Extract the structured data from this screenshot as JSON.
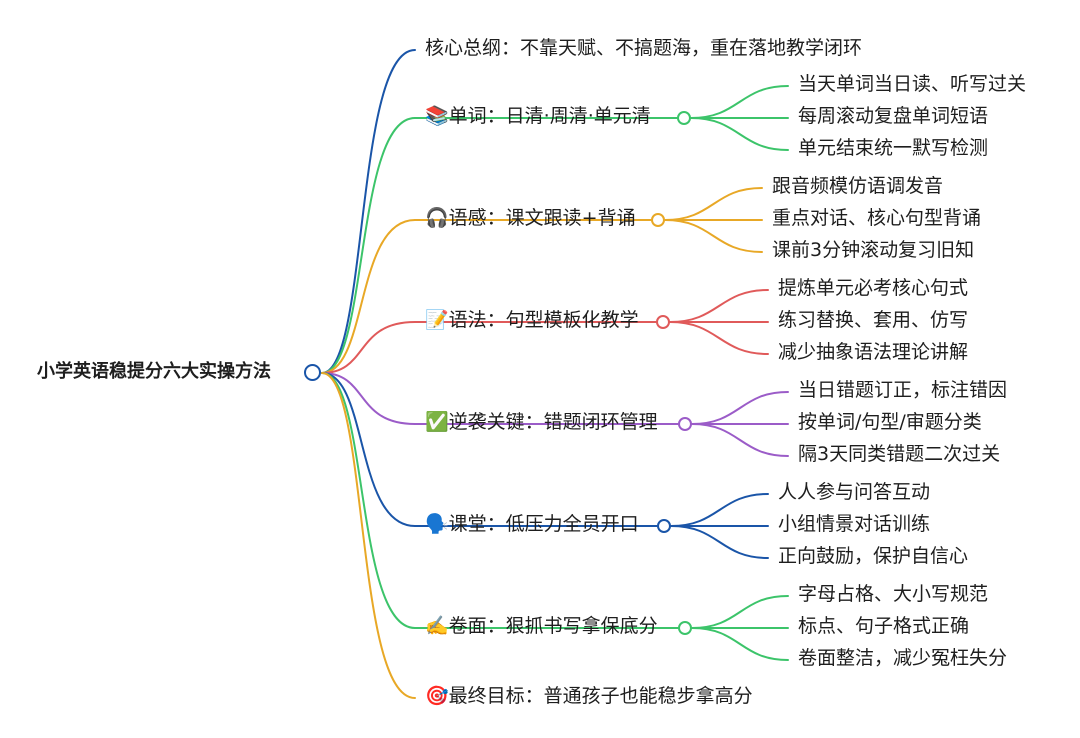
{
  "root": {
    "label": "小学英语稳提分六大实操方法"
  },
  "branches": [
    {
      "label": "核心总纲：不靠天赋、不搞题海，重在落地教学闭环",
      "color": "#1a55a8",
      "children": []
    },
    {
      "label": "📚单词：日清·周清·单元清",
      "color": "#3cc46a",
      "children": [
        "当天单词当日读、听写过关",
        "每周滚动复盘单词短语",
        "单元结束统一默写检测"
      ]
    },
    {
      "label": "🎧语感：课文跟读+背诵",
      "color": "#e8a826",
      "children": [
        "跟音频模仿语调发音",
        "重点对话、核心句型背诵",
        "课前3分钟滚动复习旧知"
      ]
    },
    {
      "label": "📝语法：句型模板化教学",
      "color": "#e05a5a",
      "children": [
        "提炼单元必考核心句式",
        "练习替换、套用、仿写",
        "减少抽象语法理论讲解"
      ]
    },
    {
      "label": "✅逆袭关键：错题闭环管理",
      "color": "#9b5cc8",
      "children": [
        "当日错题订正，标注错因",
        "按单词/句型/审题分类",
        "隔3天同类错题二次过关"
      ]
    },
    {
      "label": "🗣️课堂：低压力全员开口",
      "color": "#1a55a8",
      "children": [
        "人人参与问答互动",
        "小组情景对话训练",
        "正向鼓励，保护自信心"
      ]
    },
    {
      "label": "✍️卷面：狠抓书写拿保底分",
      "color": "#3cc46a",
      "children": [
        "字母占格、大小写规范",
        "标点、句子格式正确",
        "卷面整洁，减少冤枉失分"
      ]
    },
    {
      "label": "🎯最终目标：普通孩子也能稳步拿高分",
      "color": "#e8a826",
      "children": []
    }
  ]
}
